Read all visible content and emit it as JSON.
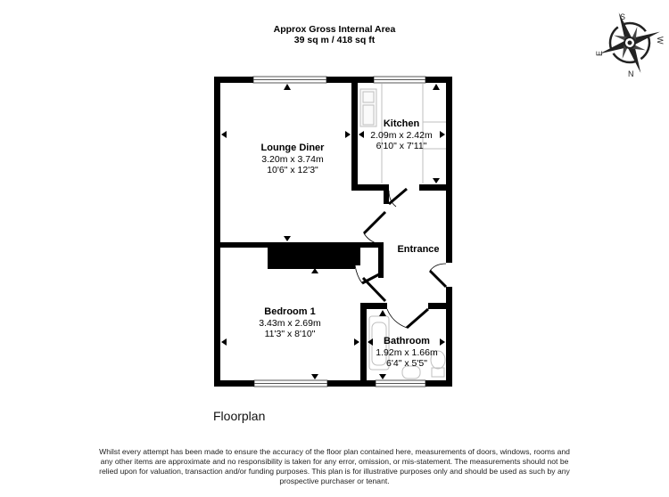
{
  "header": {
    "title": "Approx Gross Internal Area",
    "area": "39 sq m / 418 sq ft"
  },
  "compass": {
    "labels": {
      "top": "S",
      "right": "W",
      "bottom": "N",
      "left": "E"
    }
  },
  "rooms": [
    {
      "name": "Lounge Diner",
      "metric": "3.20m x 3.74m",
      "imperial": "10'6\" x 12'3\""
    },
    {
      "name": "Kitchen",
      "metric": "2.09m x 2.42m",
      "imperial": "6'10\" x 7'11\""
    },
    {
      "name": "Entrance"
    },
    {
      "name": "Bedroom 1",
      "metric": "3.43m x 2.69m",
      "imperial": "11'3\" x 8'10\""
    },
    {
      "name": "Bathroom",
      "metric": "1.92m x 1.66m",
      "imperial": "6'4\" x 5'5\""
    }
  ],
  "caption": "Floorplan",
  "disclaimer": {
    "line1": "Whilst every attempt has been made to ensure the accuracy of the floor plan contained here, measurements of doors, windows, rooms and",
    "line2": "any other items are approximate and no responsibility is taken for any error, omission, or mis-statement. The measurements should not be",
    "line3": "relied upon for valuation, transaction and/or funding purposes. This plan is for illustrative purposes only and should be used as such by any",
    "line4": "prospective purchaser or tenant."
  },
  "colors": {
    "wall": "#000000",
    "fixture": "#bfbfbf",
    "background": "#ffffff"
  }
}
